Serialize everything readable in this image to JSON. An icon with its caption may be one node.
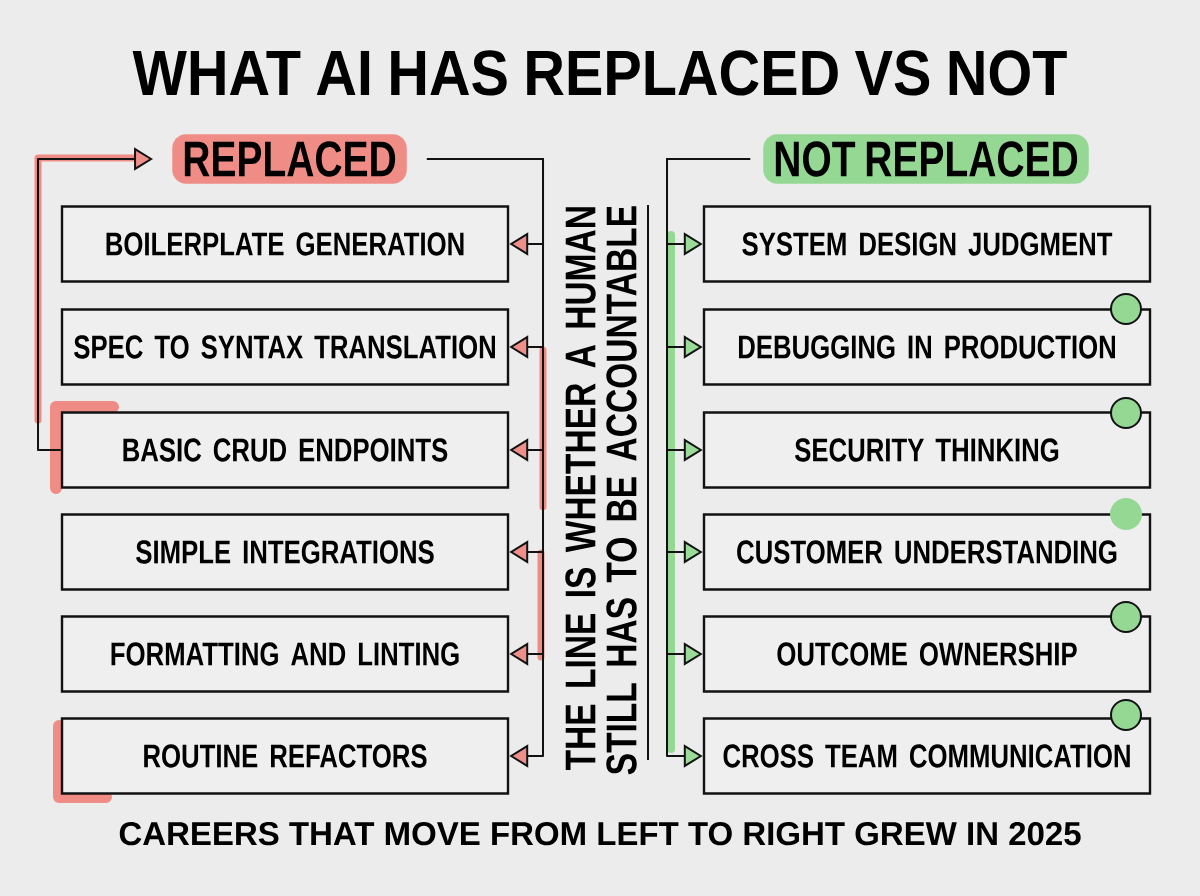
{
  "diagram": {
    "title": "WHAT AI HAS REPLACED VS NOT",
    "caption": "CAREERS THAT MOVE FROM LEFT TO RIGHT GREW IN 2025",
    "nodes": [
      {
        "text": [
          "REPLACED"
        ]
      },
      {
        "text": [
          "BOILERPLATE GENERATION"
        ]
      },
      {
        "text": [
          "SPEC TO SYNTAX TRANSLATION"
        ]
      },
      {
        "text": [
          "BASIC CRUD ENDPOINTS"
        ]
      },
      {
        "text": [
          "SIMPLE INTEGRATIONS"
        ]
      },
      {
        "text": [
          "FORMATTING AND LINTING"
        ]
      },
      {
        "text": [
          "ROUTINE REFACTORS"
        ]
      },
      {
        "text": [
          "NOT REPLACED"
        ]
      },
      {
        "text": [
          "SYSTEM DESIGN JUDGMENT"
        ]
      },
      {
        "text": [
          "DEBUGGING IN PRODUCTION"
        ]
      },
      {
        "text": [
          "SECURITY THINKING"
        ]
      },
      {
        "text": [
          "CUSTOMER UNDERSTANDING"
        ]
      },
      {
        "text": [
          "OUTCOME OWNERSHIP"
        ]
      },
      {
        "text": [
          "CROSS TEAM COMMUNICATION"
        ]
      }
    ],
    "edges": [
      {
        "from": 3,
        "to": 0,
        "arrow": "to"
      },
      {
        "from": 0,
        "to": 1,
        "arrow": "to"
      },
      {
        "from": 0,
        "to": 2,
        "arrow": "to"
      },
      {
        "from": 0,
        "to": 3,
        "arrow": "to"
      },
      {
        "from": 0,
        "to": 4,
        "arrow": "to"
      },
      {
        "from": 0,
        "to": 5,
        "arrow": "to"
      },
      {
        "from": 0,
        "to": 6,
        "arrow": "to"
      },
      {
        "from": 7,
        "to": 8,
        "arrow": "to"
      },
      {
        "from": 7,
        "to": 9,
        "arrow": "to"
      },
      {
        "from": 7,
        "to": 10,
        "arrow": "to"
      },
      {
        "from": 7,
        "to": 11,
        "arrow": "to"
      },
      {
        "from": 7,
        "to": 12,
        "arrow": "to"
      },
      {
        "from": 7,
        "to": 13,
        "arrow": "to"
      }
    ],
    "labels": [
      "THE LINE IS WHETHER A HUMAN STILL HAS TO BE ACCOUNTABLE"
    ]
  }
}
